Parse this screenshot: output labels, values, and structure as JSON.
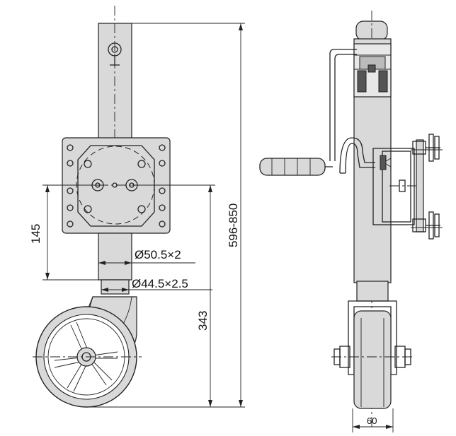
{
  "drawing": {
    "dimensions": {
      "height_range": "596-850",
      "offset_145": "145",
      "height_343": "343",
      "tube_outer": "Ø50.5×2",
      "tube_inner": "Ø44.5×2.5",
      "wheel_width": "60"
    }
  }
}
